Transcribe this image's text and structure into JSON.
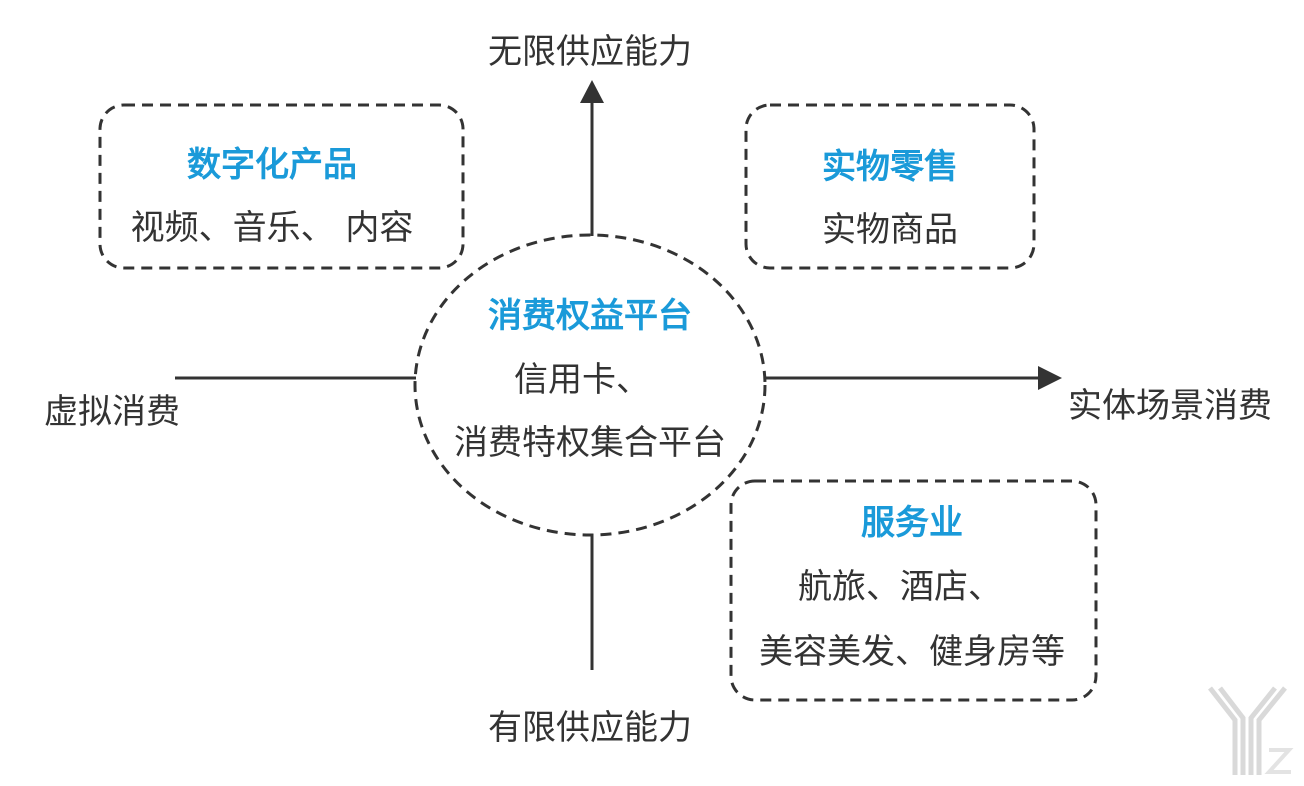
{
  "axes": {
    "top": "无限供应能力",
    "bottom": "有限供应能力",
    "left": "虚拟消费",
    "right": "实体场景消费"
  },
  "center": {
    "title": "消费权益平台",
    "line1": "信用卡、",
    "line2": "消费特权集合平台"
  },
  "quadrants": {
    "top_left": {
      "title": "数字化产品",
      "line1": "视频、音乐、 内容"
    },
    "top_right": {
      "title": "实物零售",
      "line1": "实物商品"
    },
    "bottom_right": {
      "title": "服务业",
      "line1": "航旅、酒店、",
      "line2": "美容美发、健身房等"
    }
  },
  "colors": {
    "accent": "#1a9ad9",
    "line": "#333333",
    "text": "#333333",
    "watermark": "#d9d9d9"
  }
}
